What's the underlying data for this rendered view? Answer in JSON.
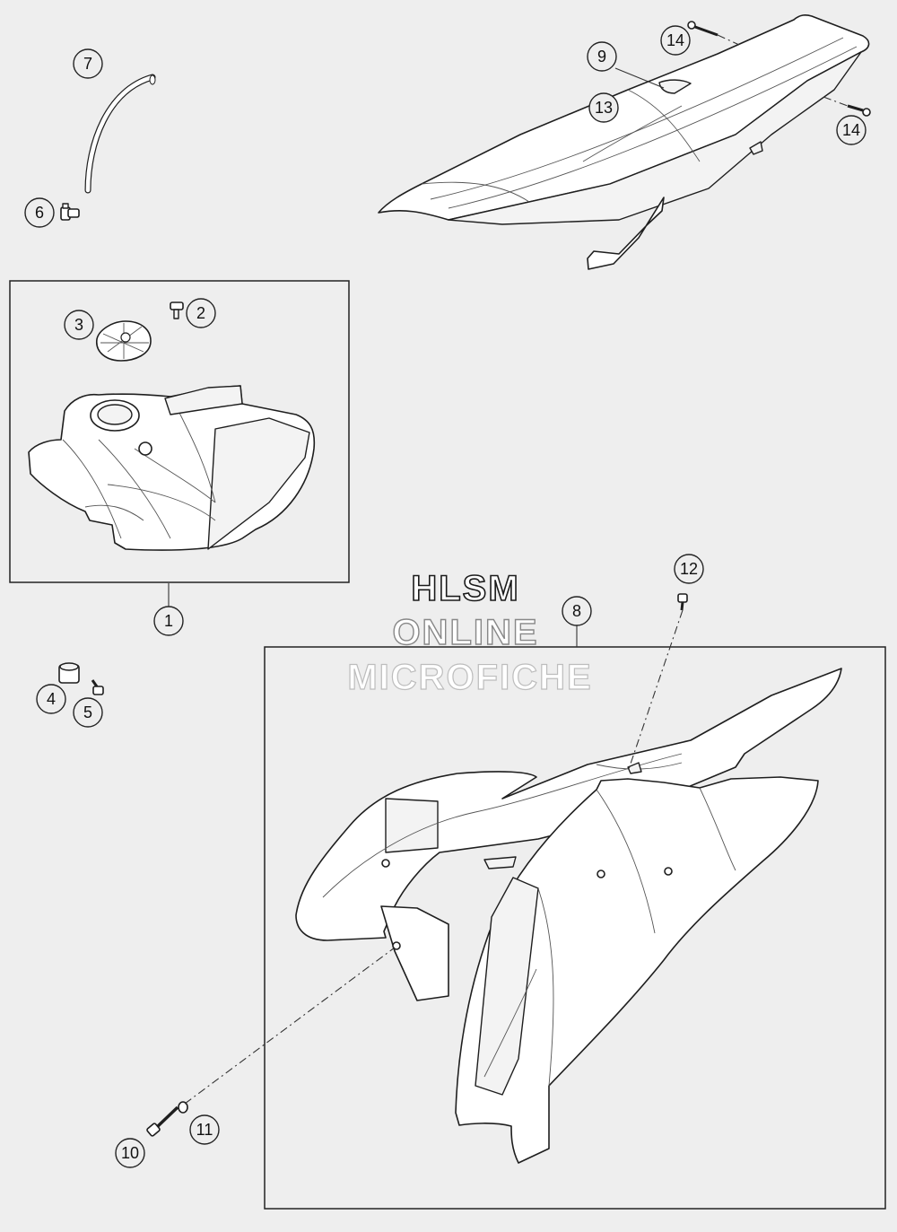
{
  "callouts": {
    "c1": "1",
    "c2": "2",
    "c3": "3",
    "c4": "4",
    "c5": "5",
    "c6": "6",
    "c7": "7",
    "c8": "8",
    "c9": "9",
    "c10": "10",
    "c11": "11",
    "c12": "12",
    "c13": "13",
    "c14a": "14",
    "c14b": "14"
  },
  "watermark": {
    "line1": "HLSM",
    "line2": "ONLINE",
    "line3": "MICROFICHE"
  }
}
